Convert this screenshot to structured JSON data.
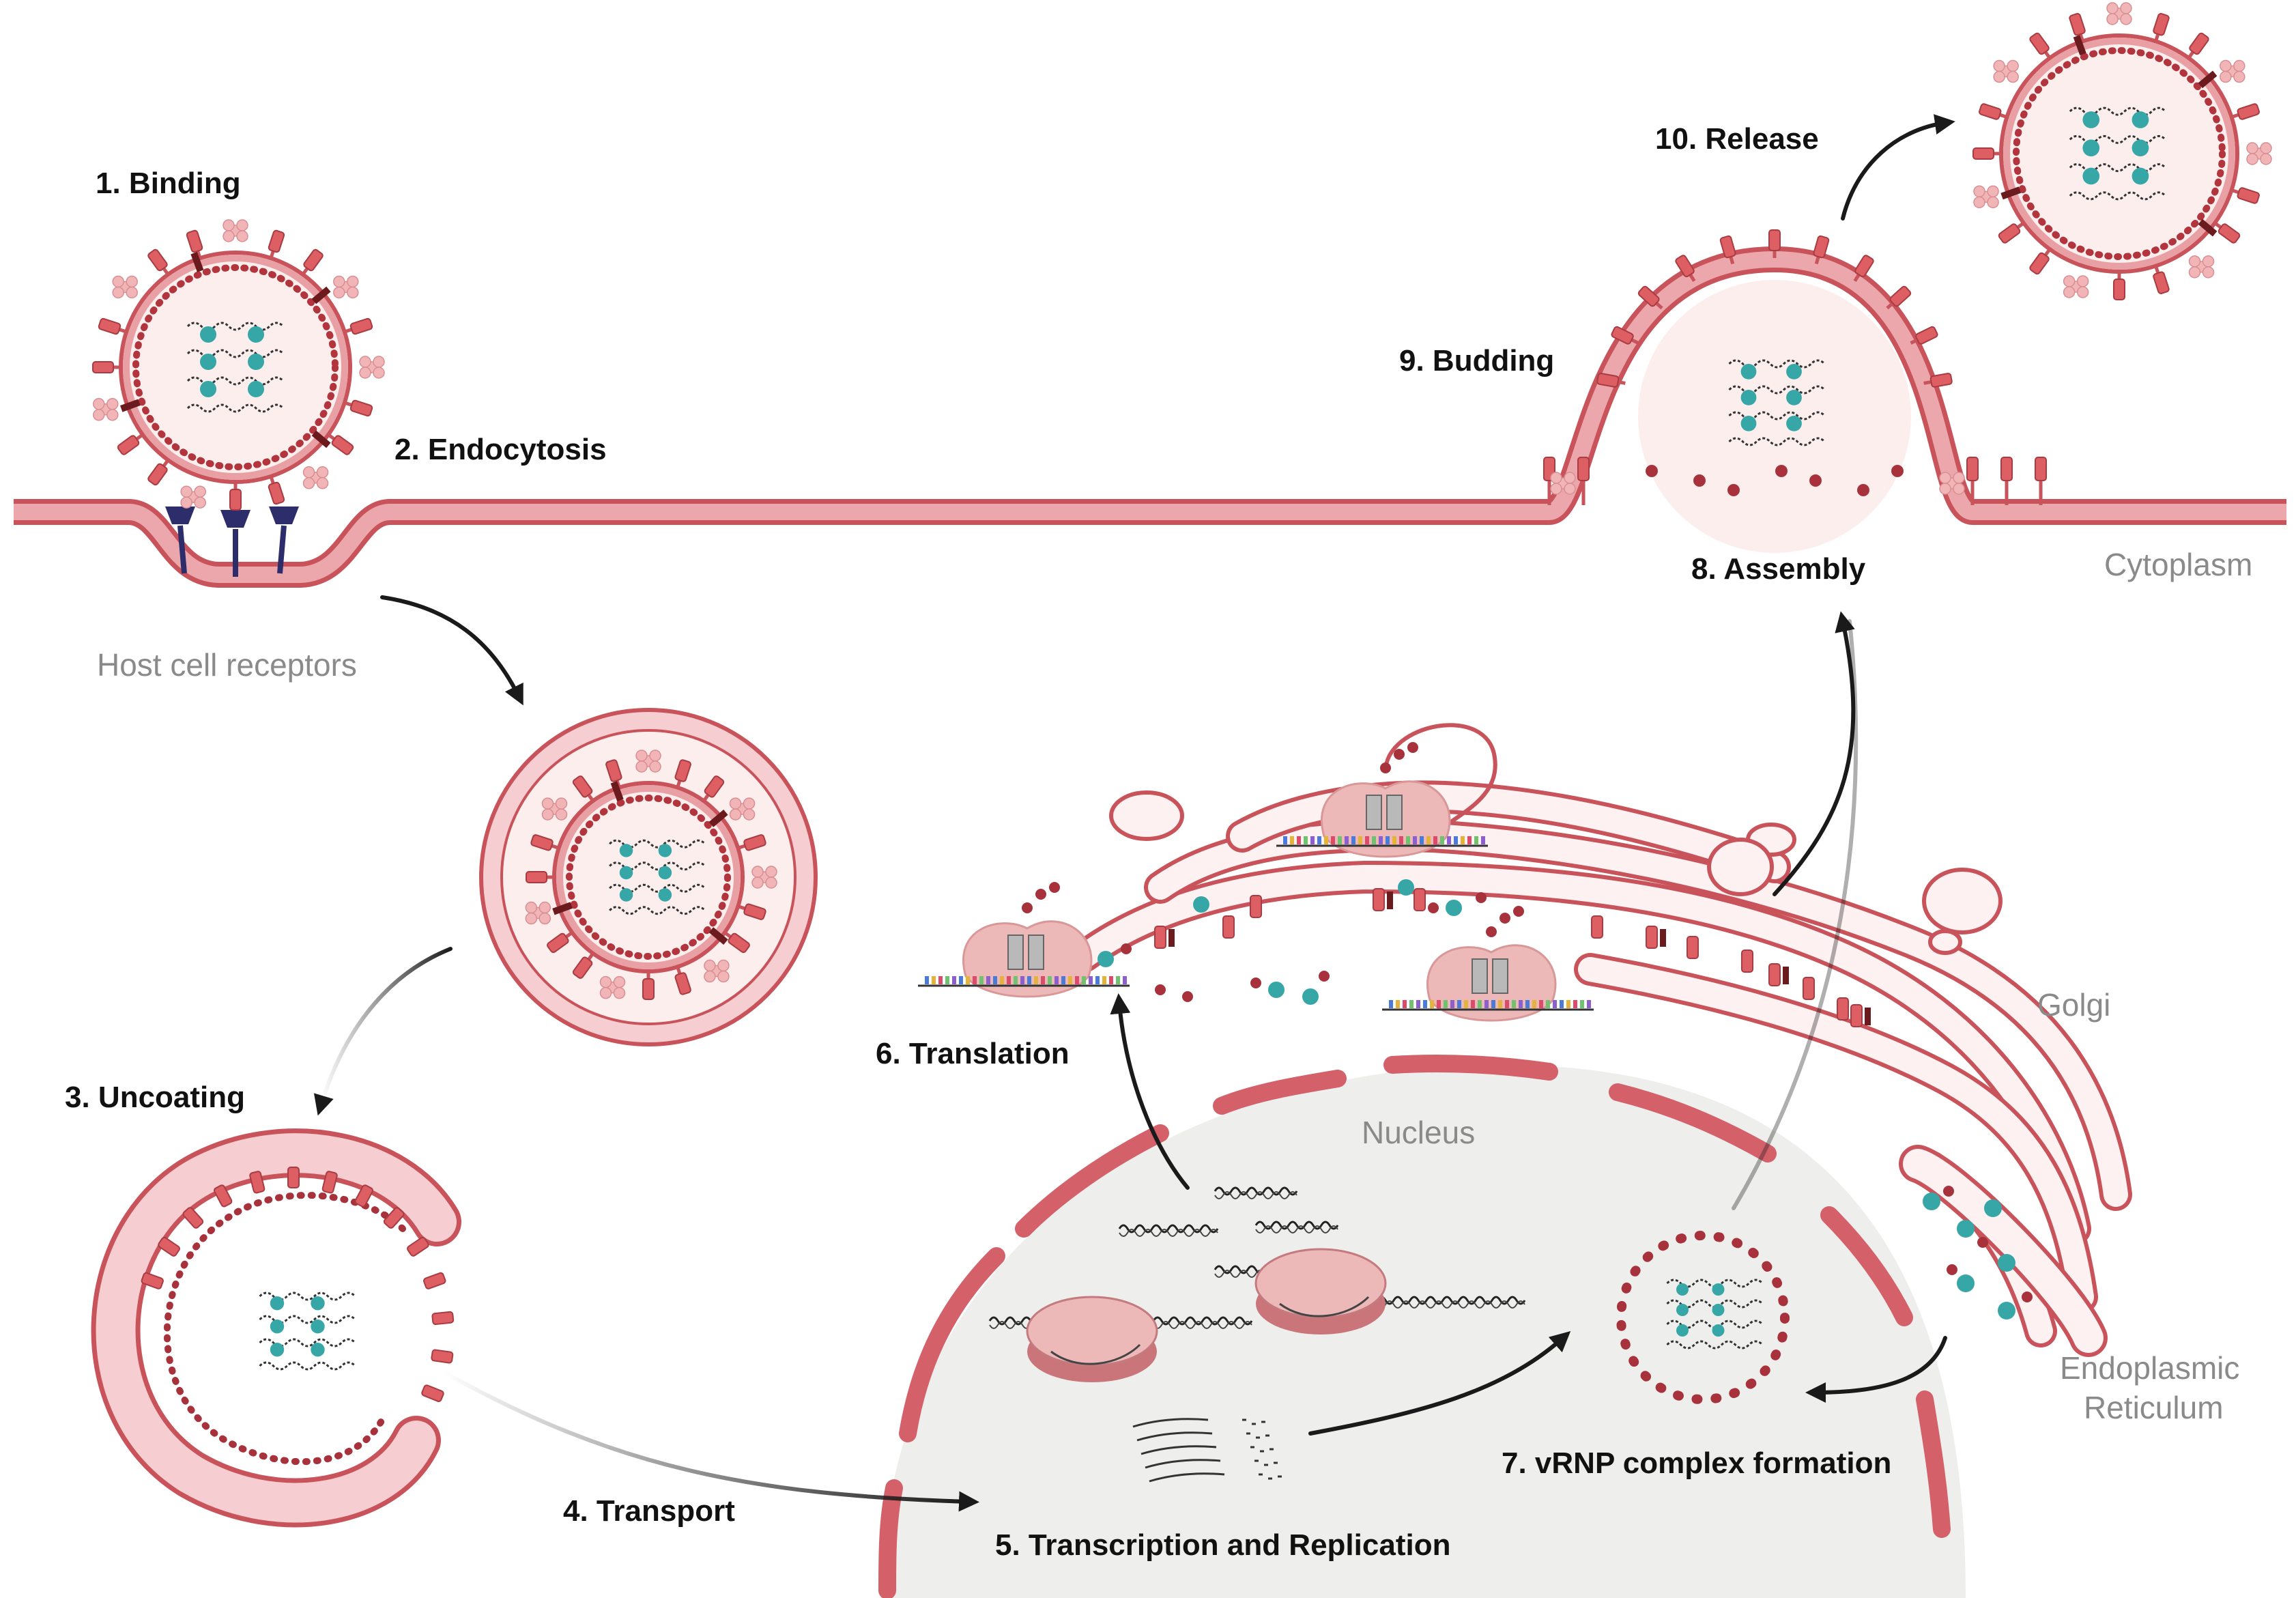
{
  "steps": {
    "binding": "1. Binding",
    "endocytosis": "2. Endocytosis",
    "uncoating": "3. Uncoating",
    "transport": "4. Transport",
    "transcription": "5. Transcription and Replication",
    "translation": "6. Translation",
    "vrnp": "7. vRNP complex formation",
    "assembly": "8. Assembly",
    "budding": "9. Budding",
    "release": "10. Release"
  },
  "regions": {
    "host_receptors": "Host cell receptors",
    "cytoplasm": "Cytoplasm",
    "golgi": "Golgi",
    "nucleus": "Nucleus",
    "er_line1": "Endoplasmic",
    "er_line2": "Reticulum"
  },
  "colors": {
    "membrane": "#e9a0a5",
    "membrane_edge": "#c9535a",
    "spike": "#dd5e63",
    "spike_dark": "#6b1a1e",
    "na": "#f2b5b7",
    "rnp": "#36a6a6",
    "receptor": "#2e2d6b",
    "nucleus": "#eeeeec",
    "ribosome": "#ecb8b8"
  }
}
